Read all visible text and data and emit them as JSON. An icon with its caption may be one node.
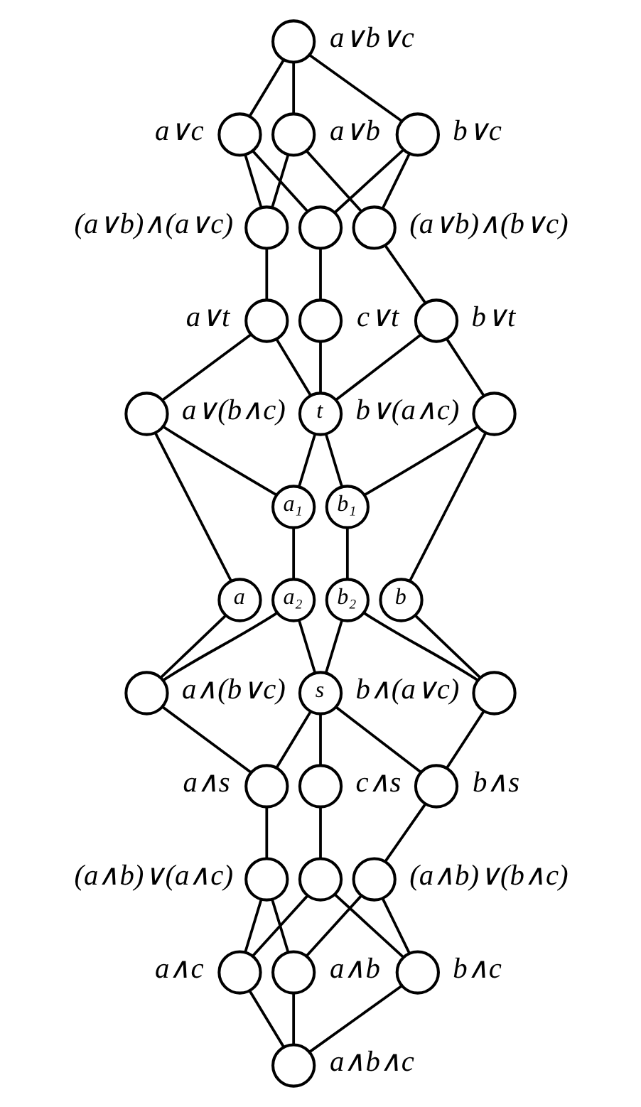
{
  "diagram": {
    "nodes": [
      {
        "text": [],
        "shape": "circle",
        "beside": [
          "a∨b∨c"
        ]
      },
      {
        "text": [],
        "shape": "circle",
        "beside": [
          "a∨c"
        ]
      },
      {
        "text": [],
        "shape": "circle",
        "beside": [
          "a∨b"
        ]
      },
      {
        "text": [],
        "shape": "circle",
        "beside": [
          "b∨c"
        ]
      },
      {
        "text": [],
        "shape": "circle",
        "beside": [
          "(a∨b)∧(a∨c)"
        ]
      },
      {
        "text": [],
        "shape": "circle"
      },
      {
        "text": [],
        "shape": "circle",
        "beside": [
          "(a∨b)∧(b∨c)"
        ]
      },
      {
        "text": [],
        "shape": "circle",
        "beside": [
          "a∨t"
        ]
      },
      {
        "text": [],
        "shape": "circle",
        "beside": [
          "c∨t"
        ]
      },
      {
        "text": [],
        "shape": "circle",
        "beside": [
          "b∨t"
        ]
      },
      {
        "text": [],
        "shape": "circle",
        "beside": [
          "a∨(b∧c)"
        ]
      },
      {
        "text": [
          "t"
        ]
      },
      {
        "text": [],
        "shape": "circle",
        "beside": [
          "b∨(a∧c)"
        ]
      },
      {
        "text": [
          "a₁"
        ]
      },
      {
        "text": [
          "b₁"
        ]
      },
      {
        "text": [
          "a"
        ]
      },
      {
        "text": [
          "b"
        ]
      },
      {
        "text": [
          "a₂"
        ]
      },
      {
        "text": [
          "b₂"
        ]
      },
      {
        "text": [],
        "shape": "circle",
        "beside": [
          "a∧(b∨c)"
        ]
      },
      {
        "text": [
          "s"
        ]
      },
      {
        "text": [],
        "shape": "circle",
        "beside": [
          "b∧(a∨c)"
        ]
      },
      {
        "text": [],
        "shape": "circle",
        "beside": [
          "a∧s"
        ]
      },
      {
        "text": [],
        "shape": "circle",
        "beside": [
          "c∧s"
        ]
      },
      {
        "text": [],
        "shape": "circle",
        "beside": [
          "b∧s"
        ]
      },
      {
        "text": [],
        "shape": "circle",
        "beside": [
          "(a∧b)∨(a∧c)"
        ]
      },
      {
        "text": [],
        "shape": "circle"
      },
      {
        "text": [],
        "shape": "circle",
        "beside": [
          "(a∧b)∨(b∧c)"
        ]
      },
      {
        "text": [],
        "shape": "circle",
        "beside": [
          "a∧c"
        ]
      },
      {
        "text": [],
        "shape": "circle",
        "beside": [
          "a∧b"
        ]
      },
      {
        "text": [],
        "shape": "circle",
        "beside": [
          "b∧c"
        ]
      },
      {
        "text": [],
        "shape": "circle",
        "beside": [
          "a∧b∧c"
        ]
      }
    ],
    "edges": [
      {
        "from": 0,
        "to": 1,
        "arrow": "none"
      },
      {
        "from": 0,
        "to": 2,
        "arrow": "none"
      },
      {
        "from": 0,
        "to": 3,
        "arrow": "none"
      },
      {
        "from": 1,
        "to": 4,
        "arrow": "none"
      },
      {
        "from": 1,
        "to": 5,
        "arrow": "none"
      },
      {
        "from": 2,
        "to": 4,
        "arrow": "none"
      },
      {
        "from": 2,
        "to": 6,
        "arrow": "none"
      },
      {
        "from": 3,
        "to": 5,
        "arrow": "none"
      },
      {
        "from": 3,
        "to": 6,
        "arrow": "none"
      },
      {
        "from": 4,
        "to": 7,
        "arrow": "none"
      },
      {
        "from": 5,
        "to": 8,
        "arrow": "none"
      },
      {
        "from": 6,
        "to": 9,
        "arrow": "none"
      },
      {
        "from": 7,
        "to": 10,
        "arrow": "none"
      },
      {
        "from": 7,
        "to": 11,
        "arrow": "none"
      },
      {
        "from": 8,
        "to": 11,
        "arrow": "none"
      },
      {
        "from": 9,
        "to": 11,
        "arrow": "none"
      },
      {
        "from": 9,
        "to": 12,
        "arrow": "none"
      },
      {
        "from": 10,
        "to": 15,
        "arrow": "none"
      },
      {
        "from": 10,
        "to": 13,
        "arrow": "none"
      },
      {
        "from": 11,
        "to": 13,
        "arrow": "none"
      },
      {
        "from": 11,
        "to": 14,
        "arrow": "none"
      },
      {
        "from": 12,
        "to": 14,
        "arrow": "none"
      },
      {
        "from": 12,
        "to": 16,
        "arrow": "none"
      },
      {
        "from": 13,
        "to": 17,
        "arrow": "none"
      },
      {
        "from": 14,
        "to": 18,
        "arrow": "none"
      },
      {
        "from": 15,
        "to": 19,
        "arrow": "none"
      },
      {
        "from": 17,
        "to": 19,
        "arrow": "none"
      },
      {
        "from": 17,
        "to": 20,
        "arrow": "none"
      },
      {
        "from": 18,
        "to": 20,
        "arrow": "none"
      },
      {
        "from": 18,
        "to": 21,
        "arrow": "none"
      },
      {
        "from": 16,
        "to": 21,
        "arrow": "none"
      },
      {
        "from": 19,
        "to": 22,
        "arrow": "none"
      },
      {
        "from": 20,
        "to": 22,
        "arrow": "none"
      },
      {
        "from": 20,
        "to": 23,
        "arrow": "none"
      },
      {
        "from": 20,
        "to": 24,
        "arrow": "none"
      },
      {
        "from": 21,
        "to": 24,
        "arrow": "none"
      },
      {
        "from": 22,
        "to": 25,
        "arrow": "none"
      },
      {
        "from": 23,
        "to": 26,
        "arrow": "none"
      },
      {
        "from": 24,
        "to": 27,
        "arrow": "none"
      },
      {
        "from": 25,
        "to": 28,
        "arrow": "none"
      },
      {
        "from": 25,
        "to": 29,
        "arrow": "none"
      },
      {
        "from": 26,
        "to": 28,
        "arrow": "none"
      },
      {
        "from": 26,
        "to": 30,
        "arrow": "none"
      },
      {
        "from": 27,
        "to": 29,
        "arrow": "none"
      },
      {
        "from": 27,
        "to": 30,
        "arrow": "none"
      },
      {
        "from": 28,
        "to": 31,
        "arrow": "none"
      },
      {
        "from": 29,
        "to": 31,
        "arrow": "none"
      },
      {
        "from": 30,
        "to": 31,
        "arrow": "none"
      }
    ]
  }
}
